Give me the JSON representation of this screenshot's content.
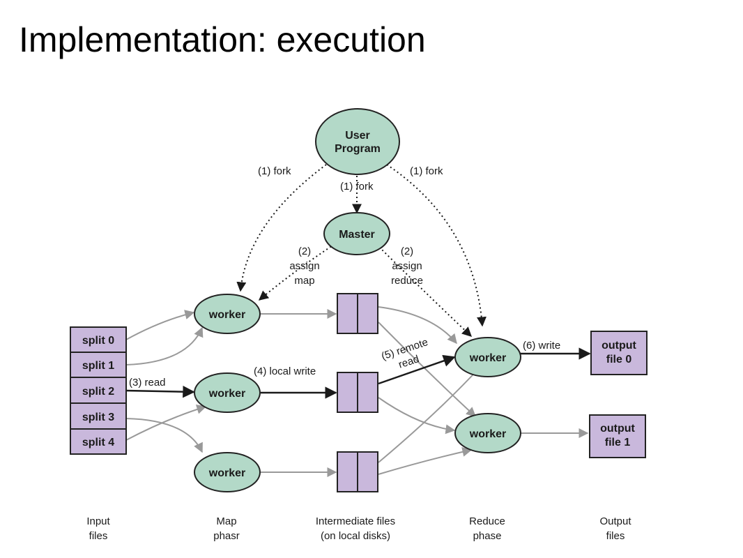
{
  "slide": {
    "title": "Implementation: execution"
  },
  "colors": {
    "node_fill": "#b3d9c8",
    "file_fill": "#c9b8dc",
    "stroke": "#222222",
    "gray_arrow": "#999999"
  },
  "nodes": {
    "user_program": [
      "User",
      "Program"
    ],
    "master": "Master",
    "worker": "worker",
    "splits": [
      "split 0",
      "split 1",
      "split 2",
      "split 3",
      "split 4"
    ],
    "output0": [
      "output",
      "file 0"
    ],
    "output1": [
      "output",
      "file 1"
    ]
  },
  "labels": {
    "fork_left": "(1) fork",
    "fork_center": "(1) fork",
    "fork_right": "(1) fork",
    "assign_map": [
      "(2)",
      "assign",
      "map"
    ],
    "assign_reduce": [
      "(2)",
      "assign",
      "reduce"
    ],
    "read": "(3) read",
    "local_write": "(4) local write",
    "remote_read": [
      "(5) remote",
      "read"
    ],
    "write": "(6) write"
  },
  "captions": {
    "input": [
      "Input",
      "files"
    ],
    "map": [
      "Map",
      "phasr"
    ],
    "intermediate": [
      "Intermediate files",
      "(on local disks)"
    ],
    "reduce": [
      "Reduce",
      "phase"
    ],
    "output": [
      "Output",
      "files"
    ]
  }
}
